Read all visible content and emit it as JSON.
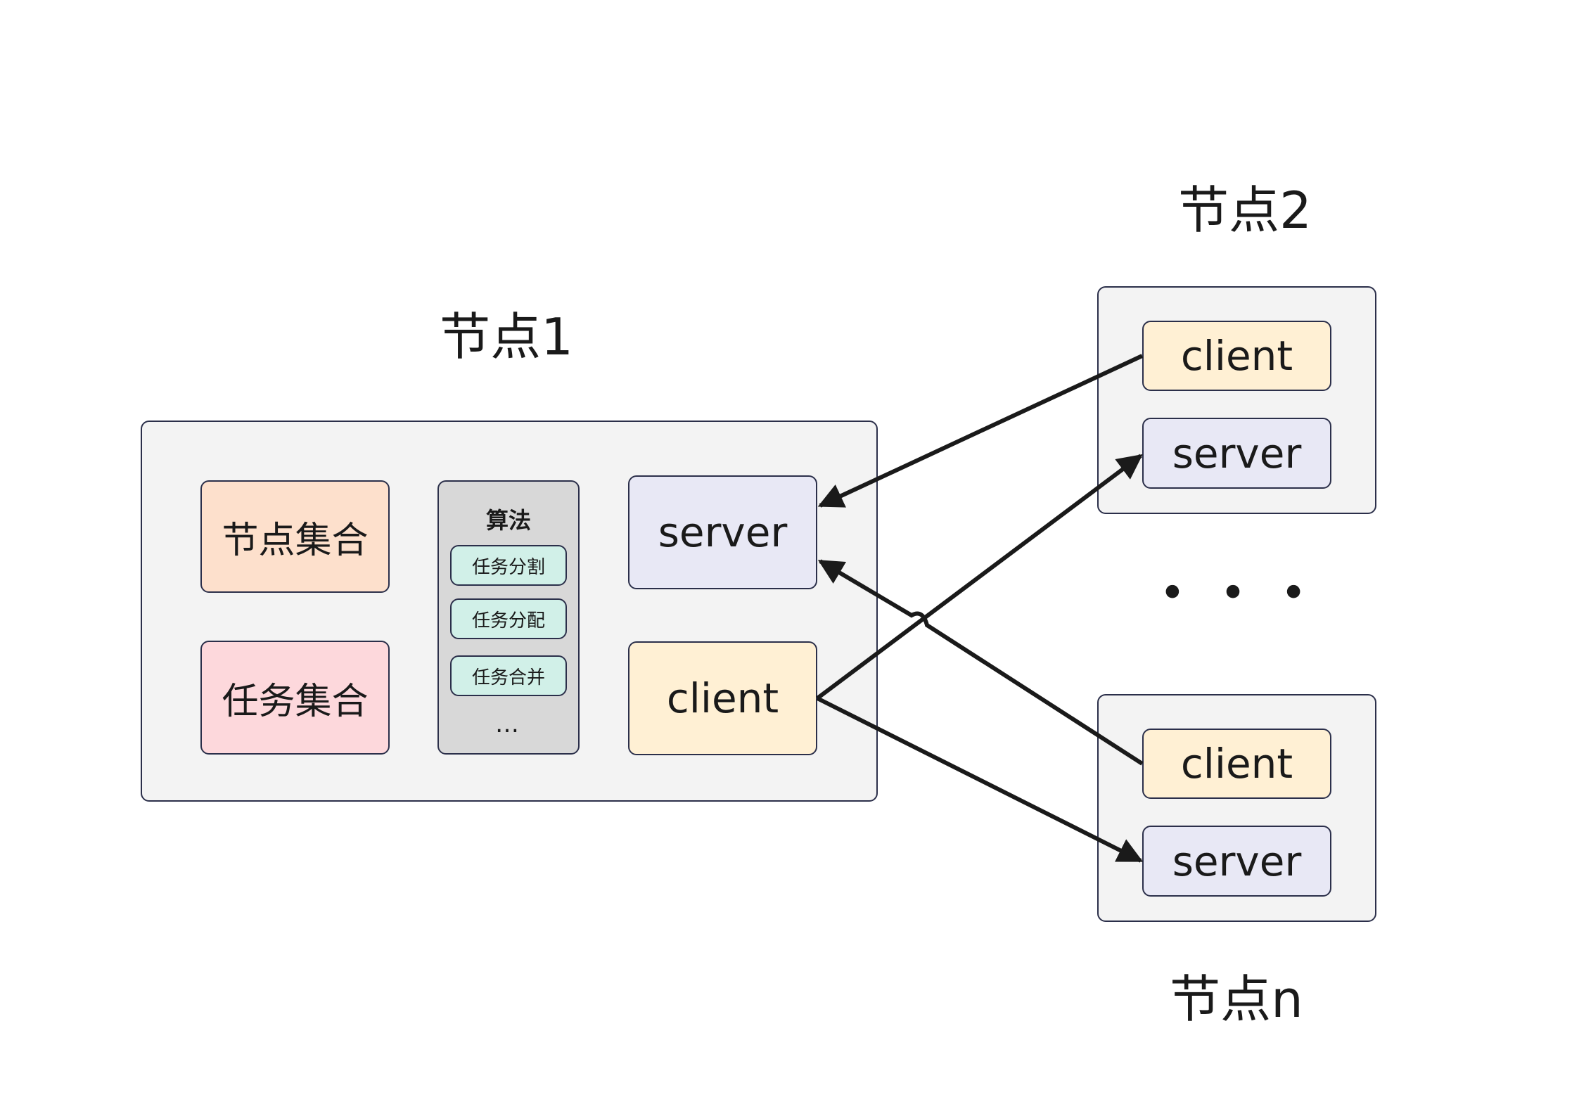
{
  "colors": {
    "container_bg": "#f3f3f3",
    "border": "#2b2f4a",
    "node_set": "#fde0cc",
    "task_set": "#fdd8dc",
    "algorithm": "#d8d8d8",
    "algorithm_item": "#d1f0e8",
    "server": "#e8e8f5",
    "client": "#fff0d4",
    "arrow": "#1a1a1a"
  },
  "node1": {
    "title": "节点1",
    "node_set_label": "节点集合",
    "task_set_label": "任务集合",
    "algorithm": {
      "title": "算法",
      "items": [
        "任务分割",
        "任务分配",
        "任务合并"
      ],
      "more": "…"
    },
    "server_label": "server",
    "client_label": "client"
  },
  "node2": {
    "title": "节点2",
    "client_label": "client",
    "server_label": "server"
  },
  "node_n": {
    "title": "节点n",
    "client_label": "client",
    "server_label": "server"
  },
  "ellipsis": "• • •"
}
